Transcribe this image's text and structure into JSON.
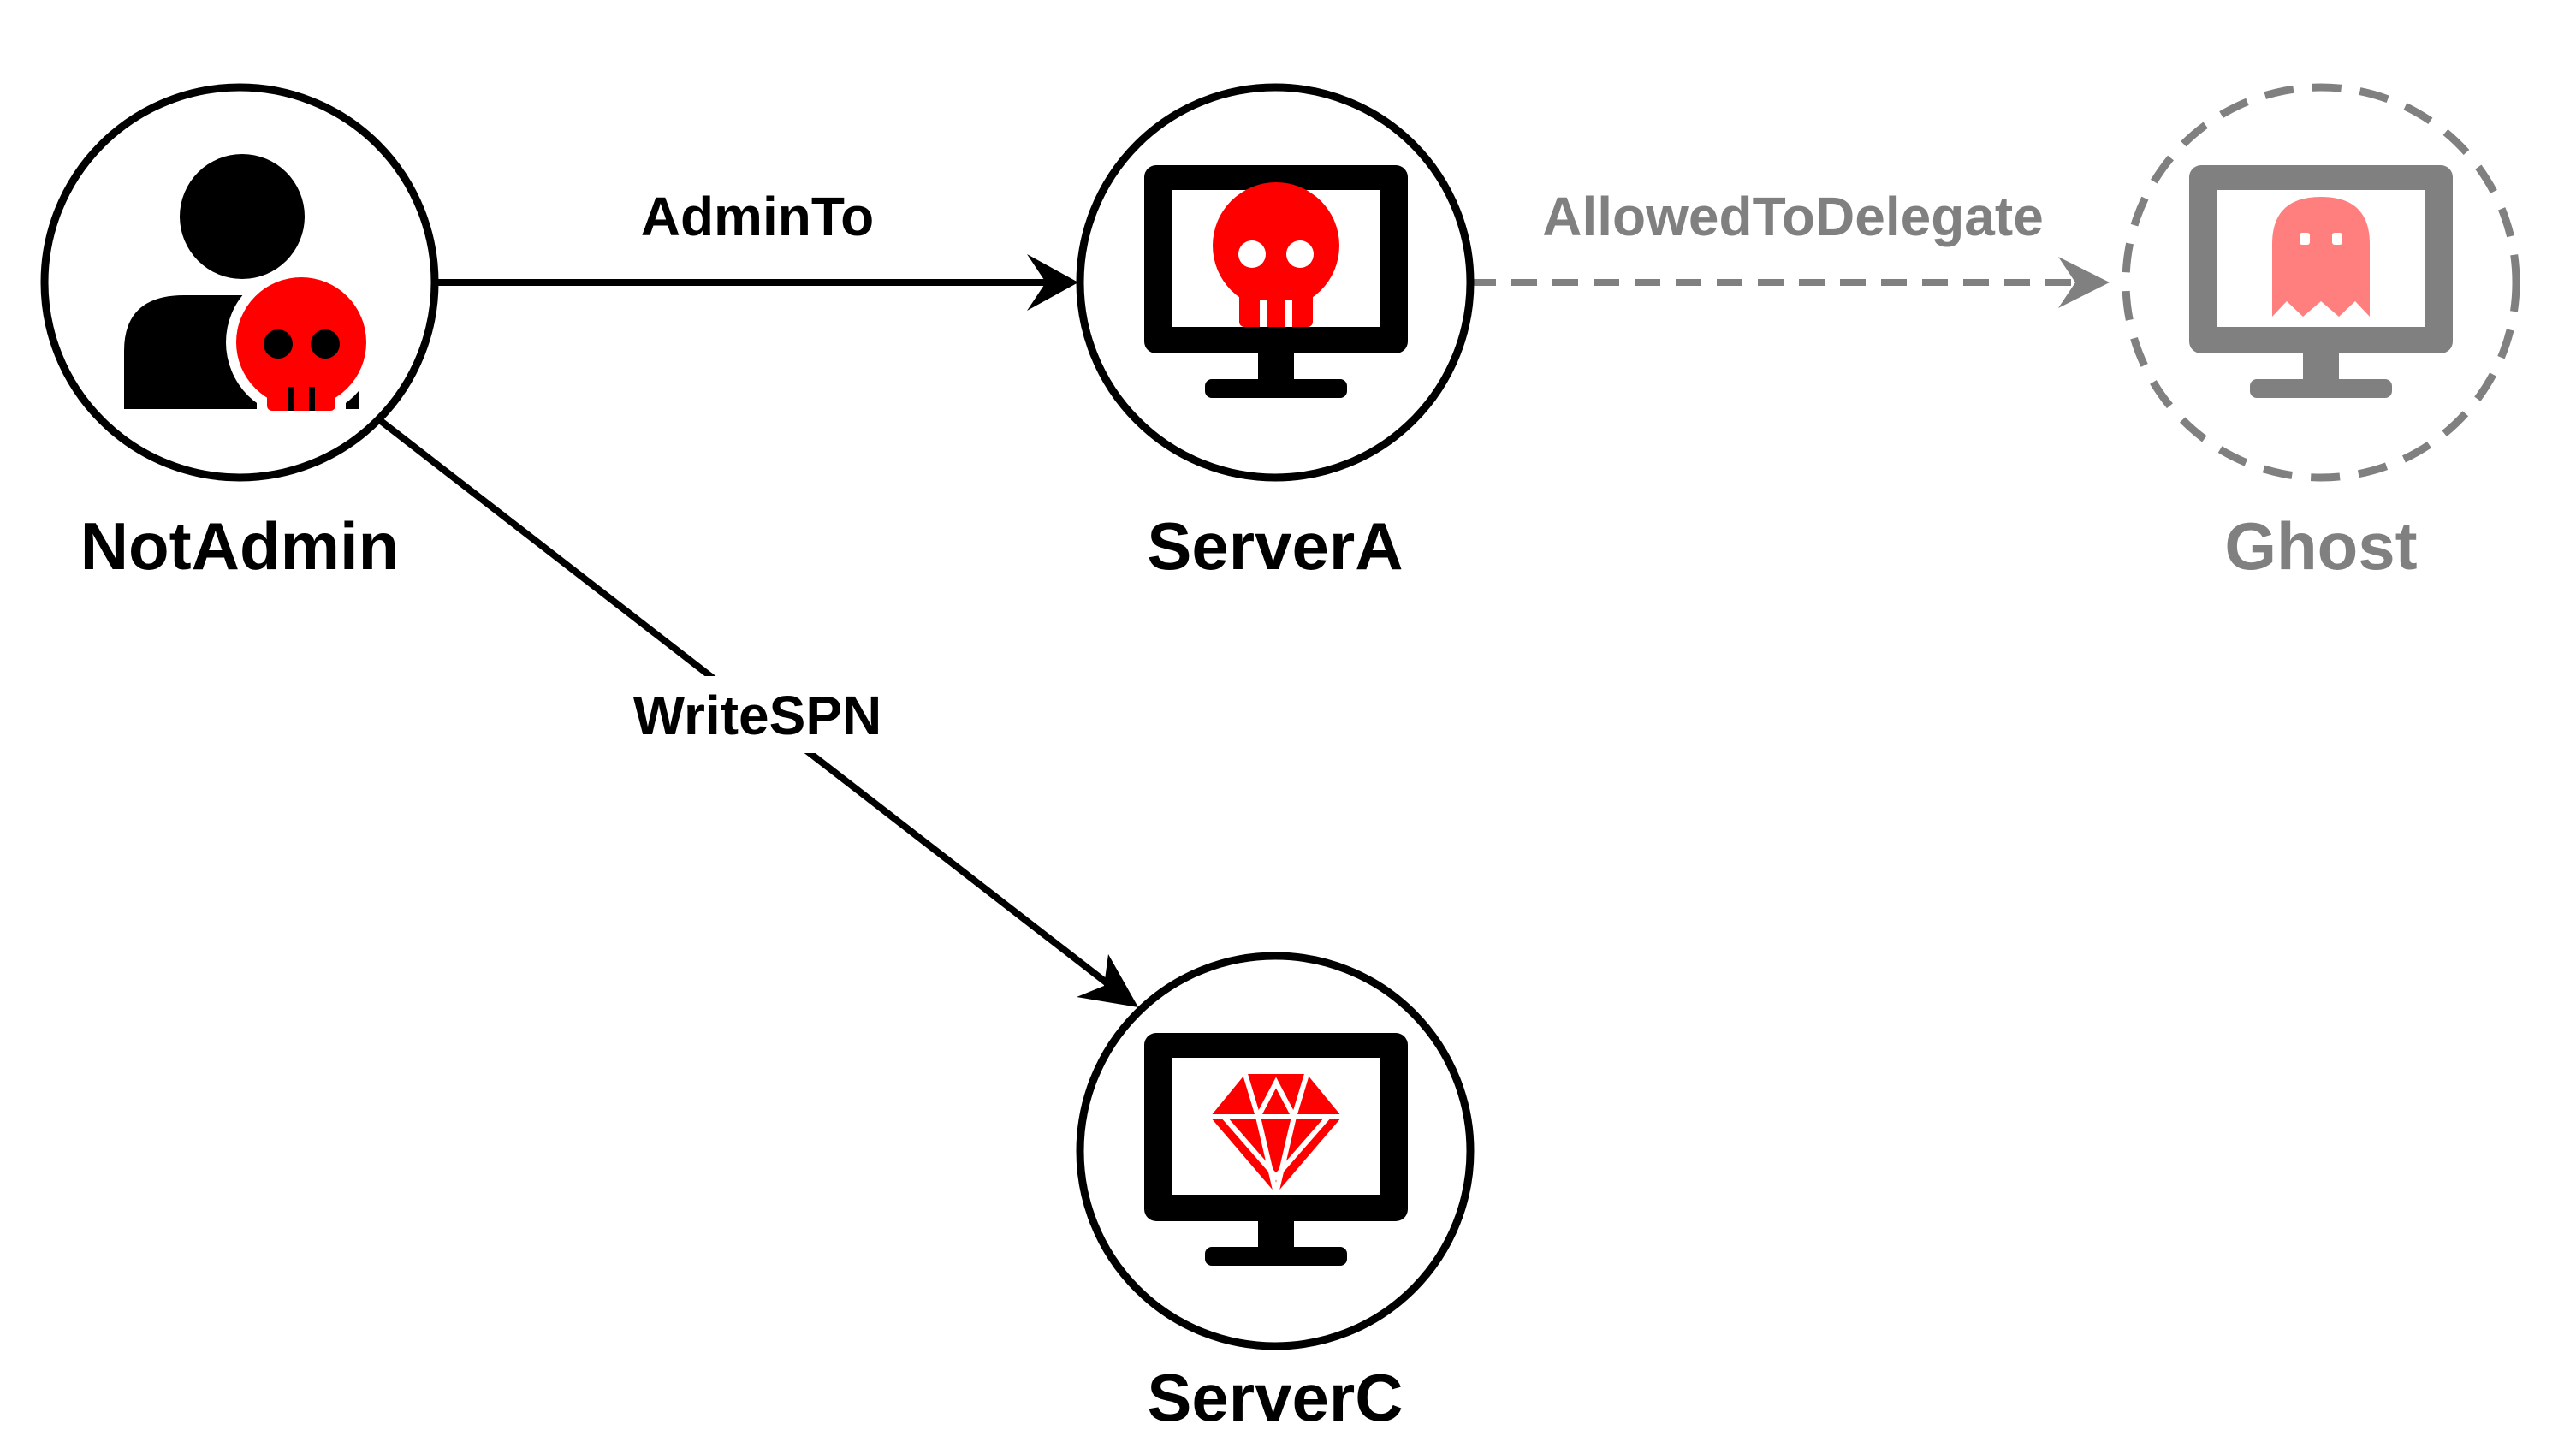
{
  "colors": {
    "ink": "#000000",
    "accent": "#ff0000",
    "ghost_ink": "#808080",
    "ghost_accent": "#ff7f7f"
  },
  "nodes": {
    "notadmin": {
      "label": "NotAdmin",
      "icon": "user-skull-icon"
    },
    "servera": {
      "label": "ServerA",
      "icon": "monitor-skull-icon"
    },
    "ghost": {
      "label": "Ghost",
      "icon": "monitor-ghost-icon"
    },
    "serverc": {
      "label": "ServerC",
      "icon": "monitor-gem-icon"
    }
  },
  "edges": {
    "adminto": {
      "label": "AdminTo",
      "from": "NotAdmin",
      "to": "ServerA"
    },
    "allowedtodelegate": {
      "label": "AllowedToDelegate",
      "from": "ServerA",
      "to": "Ghost"
    },
    "writespn": {
      "label": "WriteSPN",
      "from": "NotAdmin",
      "to": "ServerC"
    }
  }
}
